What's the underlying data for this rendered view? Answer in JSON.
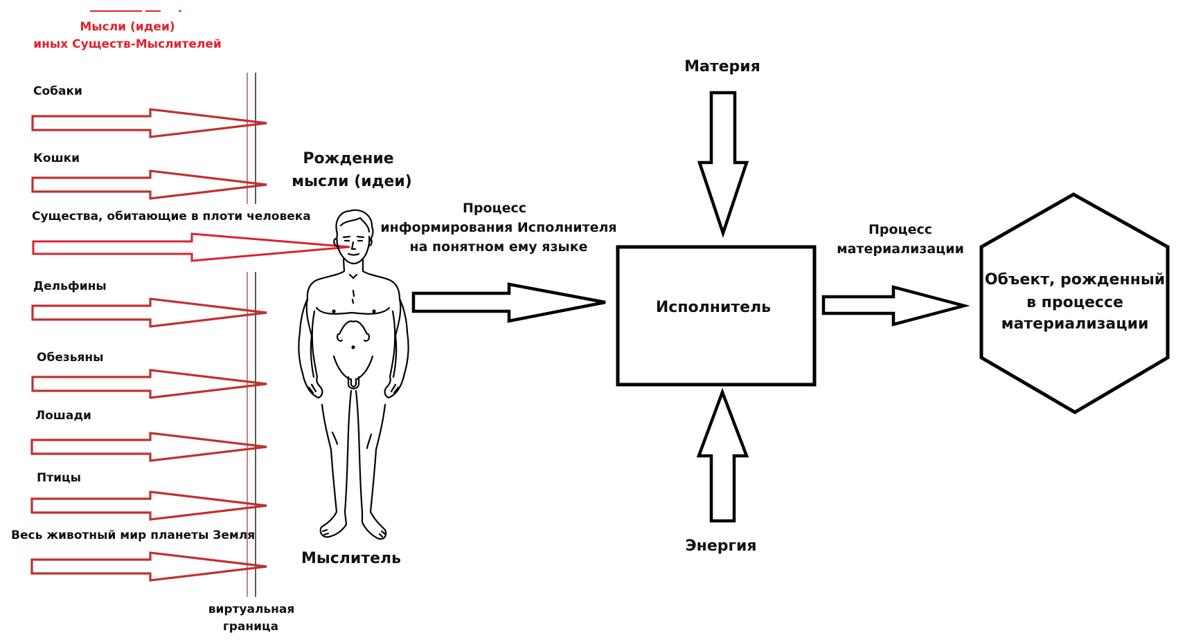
{
  "header": {
    "title_line1": "Мысли (идеи)",
    "title_line2": "иных Существ-Мыслителей"
  },
  "sources": [
    {
      "label": "Собаки"
    },
    {
      "label": "Кошки"
    },
    {
      "label": "Существа, обитающие в плоти человека"
    },
    {
      "label": "Дельфины"
    },
    {
      "label": "Обезьяны"
    },
    {
      "label": "Лошади"
    },
    {
      "label": "Птицы"
    },
    {
      "label": "Весь животный мир планеты Земля"
    }
  ],
  "boundary": {
    "line1": "виртуальная",
    "line2": "граница"
  },
  "thinker": {
    "birth_line1": "Рождение",
    "birth_line2": "мысли (идеи)",
    "label": "Мыслитель"
  },
  "process_inform": {
    "line1": "Процесс",
    "line2": "информирования Исполнителя",
    "line3": "на понятном ему языке"
  },
  "executor": {
    "label": "Исполнитель"
  },
  "inputs": {
    "matter": "Материя",
    "energy": "Энергия"
  },
  "process_material": {
    "line1": "Процесс",
    "line2": "материализации"
  },
  "result": {
    "line1": "Объект, рожденный",
    "line2": "в процессе",
    "line3": "материализации"
  },
  "colors": {
    "source_arrow": "#c0302f",
    "human_arrow": "#d9232f",
    "boundary_red": "#b23a3a",
    "title_red": "#e0232a",
    "ink": "#000000"
  }
}
